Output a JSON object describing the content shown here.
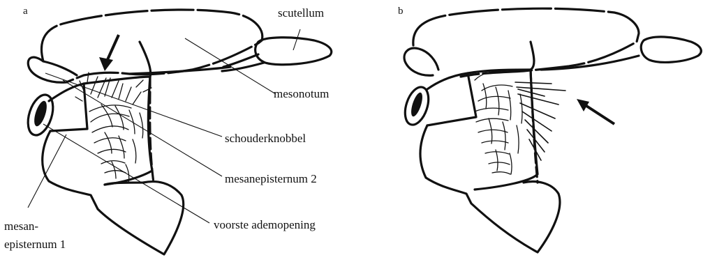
{
  "figure": {
    "panel_a": {
      "letter": "a"
    },
    "panel_b": {
      "letter": "b"
    },
    "labels": {
      "scutellum": "scutellum",
      "mesonotum": "mesonotum",
      "schouderknobbel": "schouderknobbel",
      "mesanepisternum_2": "mesanepisternum 2",
      "voorste_ademopening": "voorste ademopening",
      "mesanepisternum_1_line1": "mesan-",
      "mesanepisternum_1_line2": "episternum 1"
    },
    "colors": {
      "ink": "#111111",
      "background": "#ffffff"
    }
  }
}
